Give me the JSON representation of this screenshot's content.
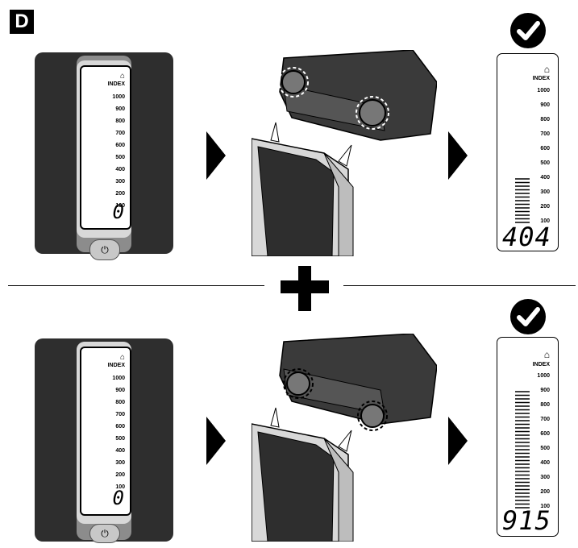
{
  "badge": "D",
  "rows": [
    {
      "meter": {
        "home": "⌂",
        "index": "INDEX",
        "scale": [
          "1000",
          "900",
          "800",
          "700",
          "600",
          "500",
          "400",
          "300",
          "200",
          "100"
        ],
        "reading": "0",
        "power": "⏻"
      },
      "result": {
        "home": "⌂",
        "index": "INDEX",
        "scale": [
          "1000",
          "900",
          "800",
          "700",
          "600",
          "500",
          "400",
          "300",
          "200",
          "100"
        ],
        "reading": "404",
        "level": 404
      }
    },
    {
      "meter": {
        "home": "⌂",
        "index": "INDEX",
        "scale": [
          "1000",
          "900",
          "800",
          "700",
          "600",
          "500",
          "400",
          "300",
          "200",
          "100"
        ],
        "reading": "0",
        "power": "⏻"
      },
      "result": {
        "home": "⌂",
        "index": "INDEX",
        "scale": [
          "1000",
          "900",
          "800",
          "700",
          "600",
          "500",
          "400",
          "300",
          "200",
          "100"
        ],
        "reading": "915",
        "level": 915
      }
    }
  ],
  "colors": {
    "body": "#2e2e2e",
    "screen": "#ffffff",
    "ink": "#000000"
  }
}
